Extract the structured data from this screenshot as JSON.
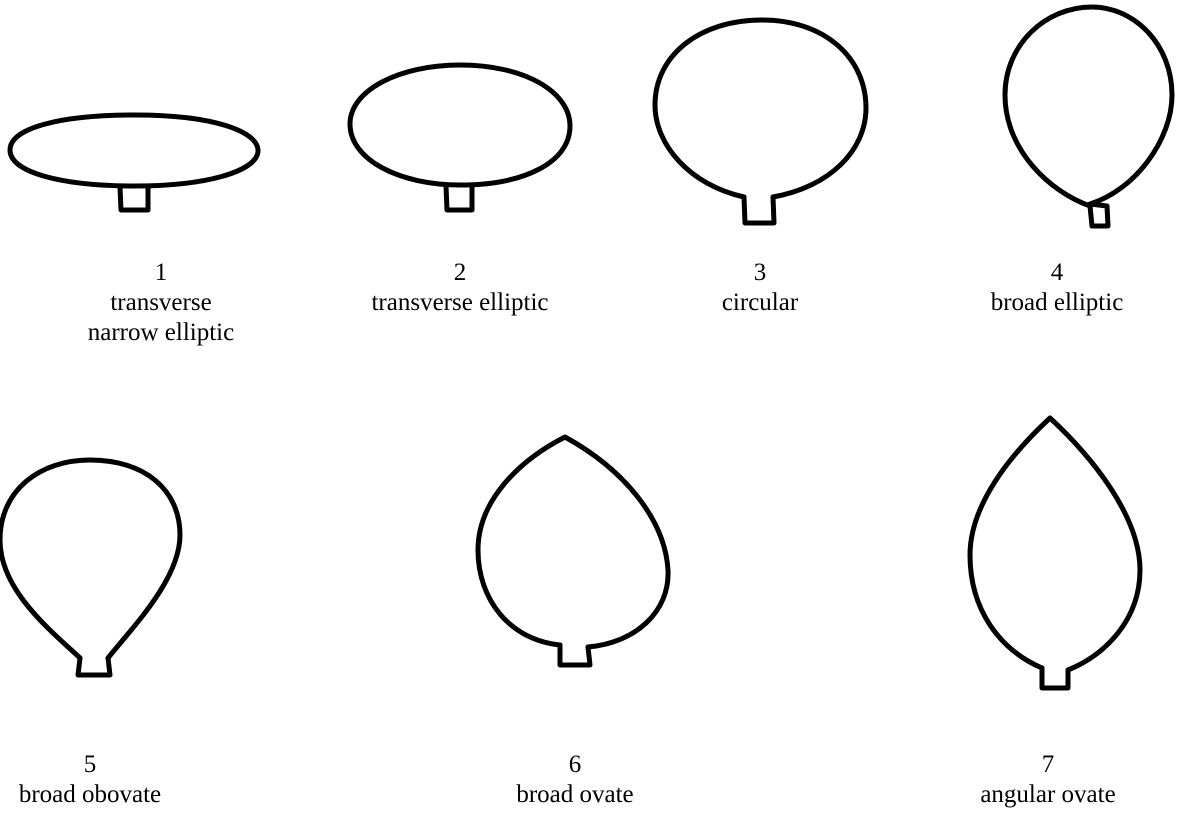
{
  "shapes": [
    {
      "number": "1",
      "name_lines": [
        "transverse",
        "narrow elliptic"
      ]
    },
    {
      "number": "2",
      "name_lines": [
        "transverse elliptic"
      ]
    },
    {
      "number": "3",
      "name_lines": [
        "circular"
      ]
    },
    {
      "number": "4",
      "name_lines": [
        "broad elliptic"
      ]
    },
    {
      "number": "5",
      "name_lines": [
        "broad obovate"
      ]
    },
    {
      "number": "6",
      "name_lines": [
        "broad ovate"
      ]
    },
    {
      "number": "7",
      "name_lines": [
        "angular ovate"
      ]
    }
  ]
}
